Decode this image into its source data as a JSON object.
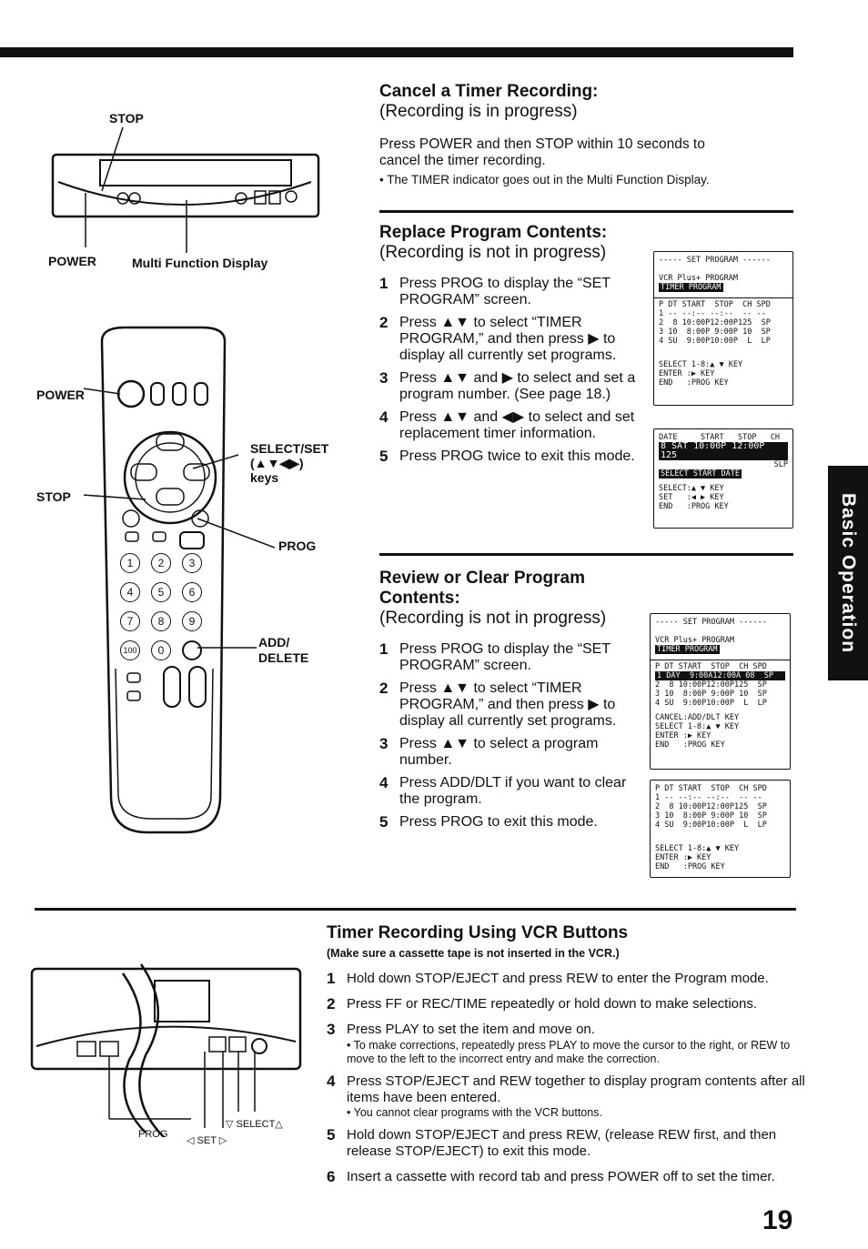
{
  "side_tab": "Basic Operation",
  "page_number": "19",
  "vcr_front_top": {
    "stop_label": "STOP",
    "power_label": "POWER",
    "display_label": "Multi Function Display"
  },
  "remote": {
    "power_label": "POWER",
    "stop_label": "STOP",
    "select_label_1": "SELECT/SET",
    "select_label_2": "(▲▼◀▶)",
    "select_label_3": "keys",
    "prog_label": "PROG",
    "add_label_1": "ADD/",
    "add_label_2": "DELETE",
    "keys": [
      "1",
      "2",
      "3",
      "4",
      "5",
      "6",
      "7",
      "8",
      "9",
      "100",
      "0"
    ]
  },
  "cancel": {
    "title": "Cancel a Timer Recording:",
    "subtitle": "(Recording is in progress)",
    "text_1": "Press POWER and then STOP within 10 seconds to",
    "text_2": "cancel the timer recording.",
    "note": "• The TIMER indicator goes out in the Multi Function Display."
  },
  "replace": {
    "title": "Replace Program Contents:",
    "subtitle": "(Recording is not in progress)",
    "steps": [
      {
        "num": "1",
        "text": "Press PROG to display the “SET PROGRAM” screen."
      },
      {
        "num": "2",
        "text": "Press ▲▼ to select “TIMER PROGRAM,” and then press ▶ to display all currently set programs."
      },
      {
        "num": "3",
        "text": "Press ▲▼ and ▶ to select and set a program number. (See page 18.)"
      },
      {
        "num": "4",
        "text": "Press ▲▼ and ◀▶ to select and set replacement timer information."
      },
      {
        "num": "5",
        "text": "Press PROG twice to exit this mode."
      }
    ]
  },
  "review": {
    "title": "Review or Clear Program Contents:",
    "subtitle": "(Recording is not in progress)",
    "steps": [
      {
        "num": "1",
        "text": "Press PROG to display the “SET PROGRAM” screen."
      },
      {
        "num": "2",
        "text": "Press ▲▼ to select “TIMER PROGRAM,” and then press ▶ to display all currently set programs."
      },
      {
        "num": "3",
        "text": "Press ▲▼ to select a program number."
      },
      {
        "num": "4",
        "text": "Press ADD/DLT if you want to clear the program."
      },
      {
        "num": "5",
        "text": "Press PROG to exit this mode."
      }
    ]
  },
  "screens": {
    "set_program_title": "----- SET PROGRAM ------",
    "vcr_plus": "VCR Plus+ PROGRAM",
    "timer_program": "TIMER PROGRAM",
    "table_header": "P DT START  STOP  CH SPD",
    "rows_a": [
      "1 -- --:-- --:--  -- --",
      "2  8 10:00P12:00P125  SP",
      "3 10  8:00P 9:00P 10  SP",
      "4 SU  9:00P10:00P  L  LP"
    ],
    "rows_b": [
      "1 DAY  9:00A12:00A 08  SP",
      "2  8 10:00P12:00P125  SP",
      "3 10  8:00P 9:00P 10  SP",
      "4 SU  9:00P10:00P  L  LP"
    ],
    "keys_a": [
      "SELECT 1-8:▲ ▼ KEY",
      "ENTER :▶ KEY",
      "END   :PROG KEY"
    ],
    "keys_b": [
      "CANCEL:ADD/DLT KEY",
      "SELECT 1-8:▲ ▼ KEY",
      "ENTER :▶ KEY",
      "END   :PROG KEY"
    ],
    "edit_header": "DATE     START   STOP   CH",
    "edit_row": "8 SAT 10:00P 12:00P 125",
    "edit_slp": "SLP",
    "edit_select": "SELECT START DATE",
    "edit_keys": [
      "SELECT:▲ ▼ KEY",
      "SET   :◀ ▶ KEY",
      "END   :PROG KEY"
    ]
  },
  "vcr_buttons": {
    "title": "Timer Recording Using VCR Buttons",
    "subtitle": "(Make sure a cassette tape is not inserted in the VCR.)",
    "prog_label": "PROG",
    "set_label": "◁ SET ▷",
    "select_label": "▽ SELECT△",
    "steps": [
      {
        "num": "1",
        "text": "Hold down STOP/EJECT and press REW to enter the Program mode."
      },
      {
        "num": "2",
        "text": "Press FF or REC/TIME repeatedly or hold down to make selections."
      },
      {
        "num": "3",
        "text": "Press PLAY to set the item and move on."
      },
      {
        "num": "4",
        "text": "Press STOP/EJECT and REW together to display program contents after all items have been entered."
      },
      {
        "num": "5",
        "text": "Hold down STOP/EJECT and press REW, (release REW first, and then release STOP/EJECT) to exit this mode."
      },
      {
        "num": "6",
        "text": "Insert a cassette with record tab and press POWER off to set the timer."
      }
    ],
    "note_3": "• To make corrections, repeatedly press PLAY to move the cursor to the right, or REW to move to the left to the incorrect entry and make the correction.",
    "note_4": "• You cannot clear programs with the VCR buttons."
  }
}
